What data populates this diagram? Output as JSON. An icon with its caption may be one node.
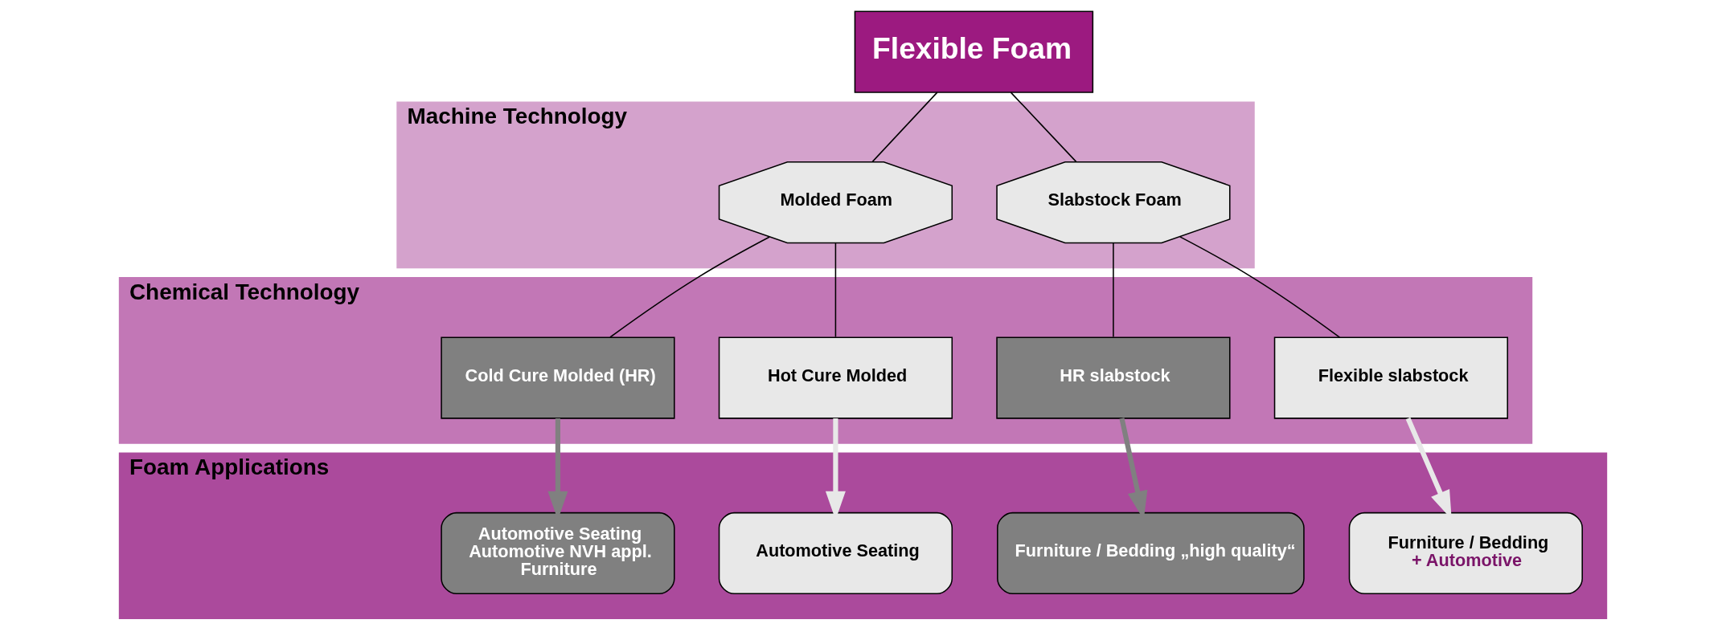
{
  "diagram": {
    "nodes": [
      {
        "text": [
          "Flexible Foam"
        ]
      },
      {
        "text": [
          "Machine Technology"
        ]
      },
      {
        "text": [
          "Molded Foam"
        ],
        "in": 1
      },
      {
        "text": [
          "Slabstock Foam"
        ],
        "in": 1
      },
      {
        "text": [
          "Chemical Technology"
        ]
      },
      {
        "text": [
          "Cold Cure Molded (HR)"
        ],
        "in": 4
      },
      {
        "text": [
          "Hot Cure Molded"
        ],
        "in": 4
      },
      {
        "text": [
          "HR slabstock"
        ],
        "in": 4
      },
      {
        "text": [
          "Flexible slabstock"
        ],
        "in": 4
      },
      {
        "text": [
          "Foam Applications"
        ]
      },
      {
        "text": [
          "Automotive Seating",
          "Automotive NVH appl.",
          "Furniture"
        ],
        "in": 9
      },
      {
        "text": [
          "Automotive Seating"
        ],
        "in": 9
      },
      {
        "text": [
          "Furniture / Bedding „high quality“"
        ],
        "in": 9
      },
      {
        "text": [
          "Furniture / Bedding",
          "+ Automotive"
        ],
        "in": 9
      }
    ],
    "edges": [
      {
        "from": 0,
        "to": 2,
        "arrow": "none"
      },
      {
        "from": 0,
        "to": 3,
        "arrow": "none"
      },
      {
        "from": 2,
        "to": 5,
        "arrow": "none"
      },
      {
        "from": 2,
        "to": 6,
        "arrow": "none"
      },
      {
        "from": 3,
        "to": 7,
        "arrow": "none"
      },
      {
        "from": 3,
        "to": 8,
        "arrow": "none"
      },
      {
        "from": 5,
        "to": 10,
        "arrow": "to",
        "style": "thick",
        "color": "#808080"
      },
      {
        "from": 6,
        "to": 11,
        "arrow": "to",
        "style": "thick",
        "color": "#e8e8e8"
      },
      {
        "from": 7,
        "to": 12,
        "arrow": "to",
        "style": "thick",
        "color": "#808080"
      },
      {
        "from": 8,
        "to": 13,
        "arrow": "to",
        "style": "thick",
        "color": "#e8e8e8"
      }
    ]
  }
}
